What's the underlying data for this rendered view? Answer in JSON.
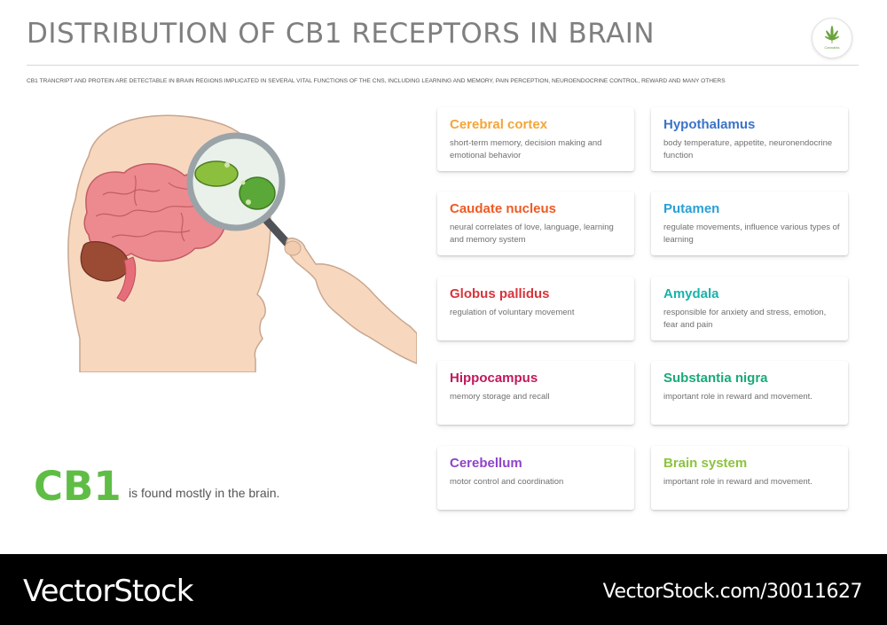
{
  "title": "Distribution of CB1 receptors in brain",
  "logo_label": "Cannabis",
  "subtitle": "CB1 trancript and protein are detectable in brain regions implicated in several vital functions of the CNS, including learning and memory, pain perception, neuroendocrine control, reward and many others",
  "cb1": {
    "label": "CB1",
    "note": "is found mostly in the brain."
  },
  "regions": [
    {
      "name": "Cerebral cortex",
      "desc": "short-term memory, decision making and emotional behavior",
      "color": "#f5a53a"
    },
    {
      "name": "Hypothalamus",
      "desc": "body temperature, appetite, neuronendocrine function",
      "color": "#3a73c9"
    },
    {
      "name": "Caudate nucleus",
      "desc": "neural correlates of love, language, learning and memory system",
      "color": "#ee5a24"
    },
    {
      "name": "Putamen",
      "desc": "regulate movements, influence various types of learning",
      "color": "#2a9fd6"
    },
    {
      "name": "Globus pallidus",
      "desc": "regulation of voluntary movement",
      "color": "#d8343c"
    },
    {
      "name": "Amydala",
      "desc": "responsible for anxiety and stress, emotion, fear and pain",
      "color": "#18b3aa"
    },
    {
      "name": "Hippocampus",
      "desc": "memory storage and recall",
      "color": "#c2185b"
    },
    {
      "name": "Substantia nigra",
      "desc": "important role in reward and movement.",
      "color": "#1aa97a"
    },
    {
      "name": "Cerebellum",
      "desc": "motor control and coordination",
      "color": "#8e44c9"
    },
    {
      "name": "Brain system",
      "desc": "important role in reward and movement.",
      "color": "#8cc43f"
    }
  ],
  "footer": {
    "brand": "VectorStock",
    "url": "VectorStock.com/30011627"
  }
}
